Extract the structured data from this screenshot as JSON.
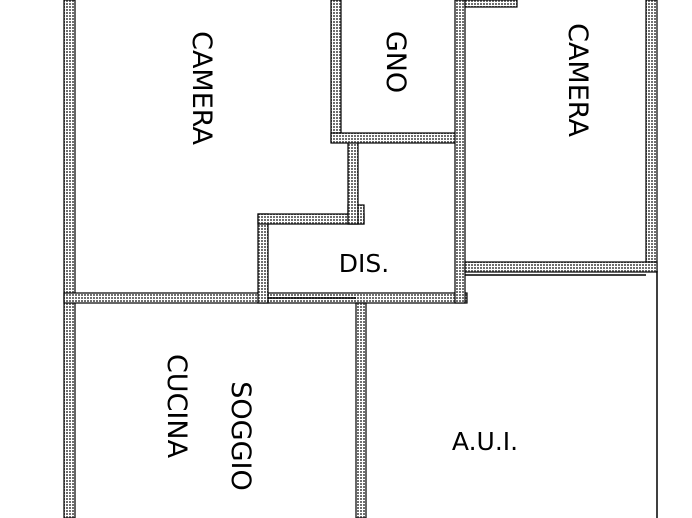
{
  "rooms": {
    "camera_left": "CAMERA",
    "bagno": "GNO",
    "camera_right": "CAMERA",
    "disimpegno": "DIS.",
    "cucina": "CUCINA",
    "soggiorno": "SOGGIO",
    "aui": "A.U.I."
  },
  "colors": {
    "wall_fill": "#9a9a9a",
    "wall_outline": "#000000",
    "background": "#ffffff",
    "text": "#000000"
  }
}
